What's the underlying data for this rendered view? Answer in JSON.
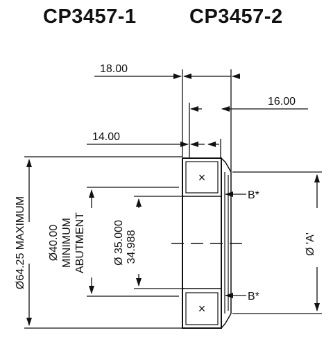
{
  "titles": {
    "left": "CP3457-1",
    "right": "CP3457-2"
  },
  "dimensions": {
    "d18": "18.00",
    "d16": "16.00",
    "d14": "14.00",
    "outer": "Ø64.25 MAXIMUM",
    "abutment_dia": "Ø40.00",
    "abutment_line1": "MINIMUM",
    "abutment_line2": "ABUTMENT",
    "bore_dia": "Ø 35.000",
    "bore_min": "34.988",
    "housing": "Ø 'A'",
    "b_upper": "B*",
    "b_lower": "B*"
  }
}
